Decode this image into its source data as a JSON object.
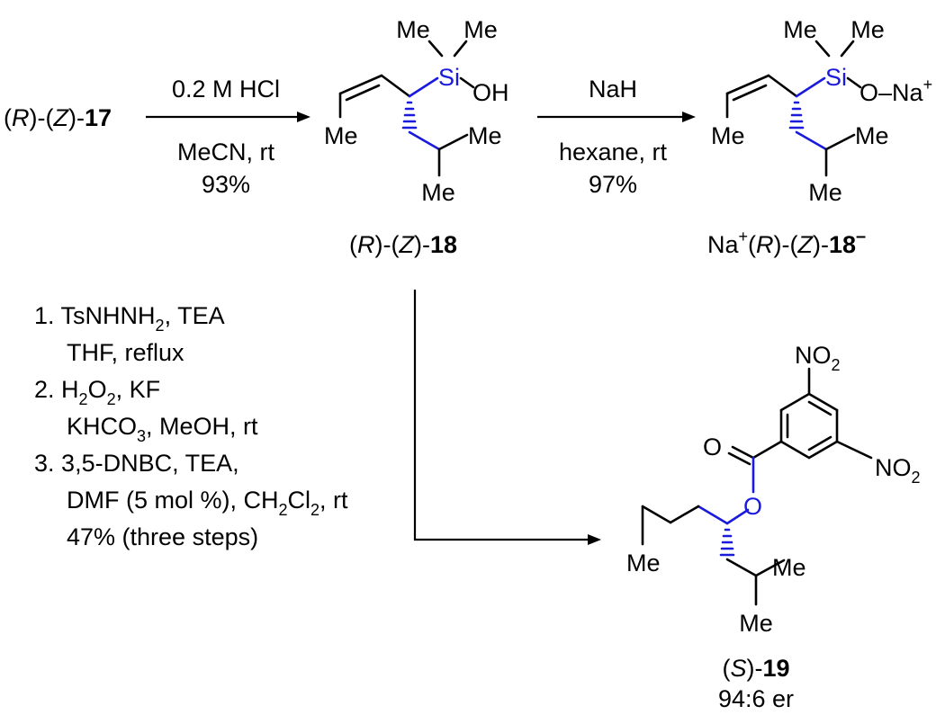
{
  "start_material": {
    "R": "R",
    "Z": "Z",
    "number": "17"
  },
  "step1": {
    "reagent": "0.2 M HCl",
    "conditions": "MeCN, rt",
    "yield": "93%"
  },
  "compound18": {
    "atoms": {
      "me1": "Me",
      "me2": "Me",
      "si": "Si",
      "oh": "OH",
      "me_left": "Me",
      "me_right": "Me",
      "me_bottom": "Me"
    },
    "label": {
      "R": "R",
      "Z": "Z",
      "number": "18"
    }
  },
  "step2": {
    "reagent": "NaH",
    "conditions": "hexane, rt",
    "yield": "97%"
  },
  "salt18": {
    "atoms": {
      "me1": "Me",
      "me2": "Me",
      "si": "Si",
      "o": "O",
      "na": "Na",
      "plus": "+",
      "me_left": "Me",
      "me_right": "Me",
      "me_bottom": "Me"
    },
    "label": {
      "na": "Na",
      "plus": "+",
      "R": "R",
      "Z": "Z",
      "number": "18",
      "charge": "–"
    }
  },
  "step3": {
    "line1_num": "1.",
    "line1_a": "TsNHNH",
    "line1_sub": "2",
    "line1_b": ", TEA",
    "line2": "THF, reflux",
    "line3_num": "2.",
    "line3_a": "H",
    "line3_sub1": "2",
    "line3_b": "O",
    "line3_sub2": "2",
    "line3_c": ", KF",
    "line4_a": "KHCO",
    "line4_sub": "3",
    "line4_b": ", MeOH, rt",
    "line5_num": "3.",
    "line5": "3,5-DNBC, TEA,",
    "line6_a": "DMF (5 mol %), CH",
    "line6_sub1": "2",
    "line6_b": "Cl",
    "line6_sub2": "2",
    "line6_c": ", rt",
    "line7": "47% (three steps)"
  },
  "compound19": {
    "atoms": {
      "no2_top": "NO",
      "no2_top_sub": "2",
      "no2_right": "NO",
      "no2_right_sub": "2",
      "o_carbonyl": "O",
      "o_ester": "O",
      "me_left": "Me",
      "me_right": "Me",
      "me_bottom": "Me"
    },
    "label": {
      "S": "S",
      "number": "19",
      "er": "94:6 er"
    }
  }
}
